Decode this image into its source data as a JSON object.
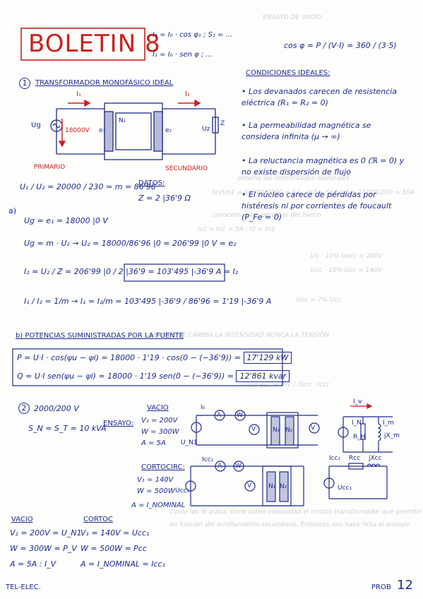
{
  "title": "BOLETIN 8",
  "top_formulas": {
    "line1": "I₁ = I₀ · cos φ₁ ; S₁ = ...",
    "line2": "I₁ = I₀ · sen φ ; ...",
    "right": "cos φ = P / (V·I) = 360 / (3·5)"
  },
  "section1": {
    "number": "1",
    "heading": "TRANSFORMADOR MONOFÁSICO IDEAL",
    "labels": {
      "i1": "I₁",
      "i2": "I₂",
      "ug": "Ug",
      "voltage": "18000V",
      "e1": "e₁",
      "e2": "e₂",
      "n1": "N₁",
      "uz": "Uz",
      "z": "Z",
      "primary": "PRIMARIO",
      "secondary": "SECUNDARIO"
    },
    "ratio": "U₁ / U₂ = 20000 / 230 = m = 86'96",
    "datos_label": "DATOS:",
    "datos_value": "Z = 2 |36'9 Ω",
    "part_a_label": "a)",
    "a_line1": "Ug = e₁ = 18000 |0 V",
    "a_line2": "Ug = m · U₂ → U₂ = 18000/86'96 |0 = 206'99 |0 V = e₂",
    "a_line3": "I₂ = U₂ / Z = 206'99 |0 / 2 |36'9 = 103'495 |-36'9 A = I₂",
    "a_line4": "I₁ / I₂ = 1/m → I₁ = I₂/m = 103'495 |-36'9 / 86'96 = 1'19 |-36'9 A"
  },
  "conditions": {
    "heading": "CONDICIONES IDEALES:",
    "items": [
      "Los devanados carecen de resistencia eléctrica (R₁ = R₂ = 0)",
      "La permeabilidad magnética se considera infinita (μ → ∞)",
      "La reluctancia magnética es 0 (ℜ = 0) y no existe dispersión de flujo",
      "El núcleo carece de pérdidas por histéresis ni por corrientes de foucault (P_Fe = 0)"
    ]
  },
  "section_b": {
    "heading": "b) POTENCIAS SUMINISTRADAS POR LA FUENTE",
    "p_line": "P = U·I · cos(ψu − ψi) = 18000 · 1'19 · cos(0 − (−36'9)) =",
    "p_result": "17'129 kW",
    "q_line": "Q = U·I sen(ψu − ψi) = 18000 · 1'19 sen(0 − (−36'9)) =",
    "q_result": "12'861 kvar"
  },
  "section2": {
    "number": "2",
    "rating": "2000/200 V",
    "sn": "S_N = S_T = 10 kVA",
    "ensayo": "ENSAYO:",
    "vacio_label": "VACIO",
    "vacio": [
      "V₁ = 200V",
      "W = 300W",
      "A = 5A"
    ],
    "cortoc_label": "CORTOCIRC:",
    "cortoc": [
      "V₁ = 140V",
      "W = 500W",
      "A = I_NOMINAL"
    ],
    "circuit_labels": {
      "i0": "I₀",
      "un1": "U_N1",
      "ucc1": "Ucc₁",
      "icc1": "Icc₁",
      "a": "A",
      "w": "W",
      "v": "V",
      "n1": "N₁",
      "n2": "N₂",
      "in": "I_N",
      "im": "I_m",
      "rh": "R_H",
      "jxm": "jX_m",
      "rcc": "Rcc",
      "jxcc": "jXcc",
      "iv": "I_v"
    }
  },
  "summary": {
    "vacio_title": "VACIO",
    "vacio_lines": [
      "V₁ = 200V = U_N1",
      "W = 300W = P_V",
      "A = 5A : I_V"
    ],
    "cortoc_title": "CORTOC",
    "cortoc_lines": [
      "V₁ = 140V = Ucc₁",
      "W = 500W = Pcc",
      "A = I_NOMINAL = Icc₁"
    ]
  },
  "footer": {
    "left": "TEL-ELEC.",
    "right_label": "PROB",
    "page": "12"
  }
}
